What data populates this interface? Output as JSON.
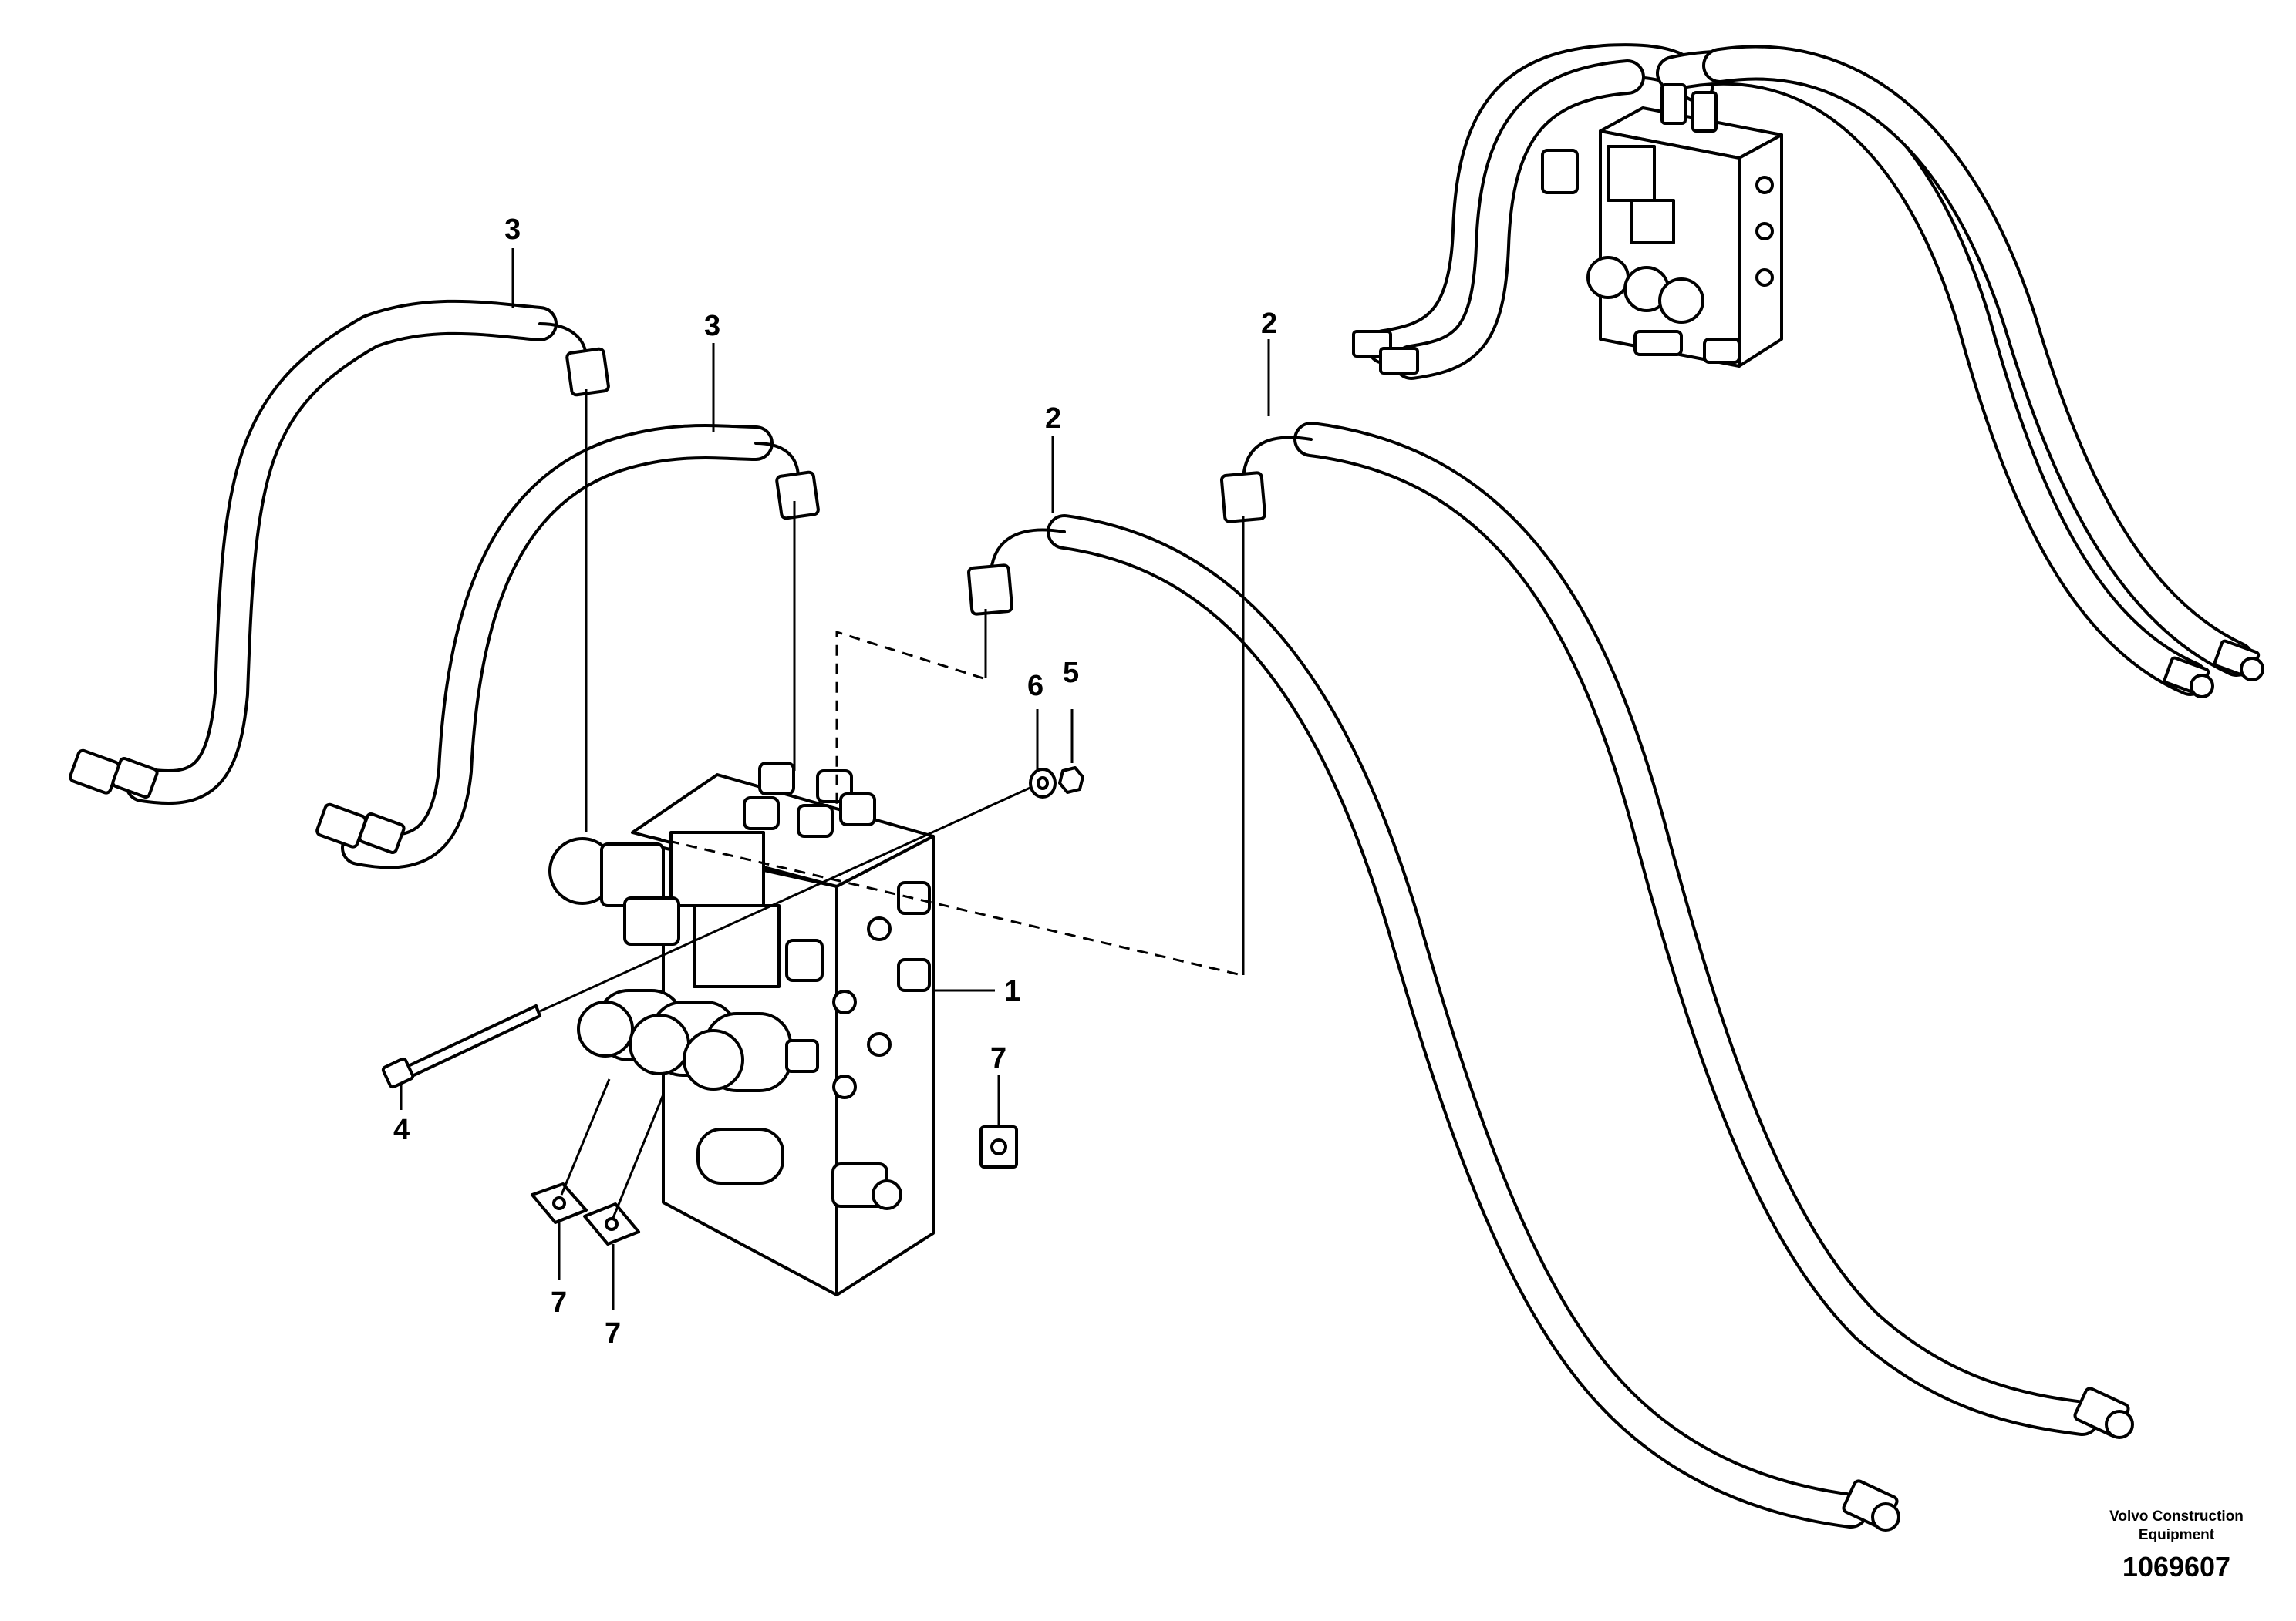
{
  "callouts": {
    "c1": "1",
    "c2a": "2",
    "c2b": "2",
    "c3a": "3",
    "c3b": "3",
    "c4": "4",
    "c5": "5",
    "c6": "6",
    "c7a": "7",
    "c7b": "7",
    "c7c": "7"
  },
  "footer": {
    "company_line1": "Volvo Construction",
    "company_line2": "Equipment",
    "drawing_number": "1069607"
  }
}
